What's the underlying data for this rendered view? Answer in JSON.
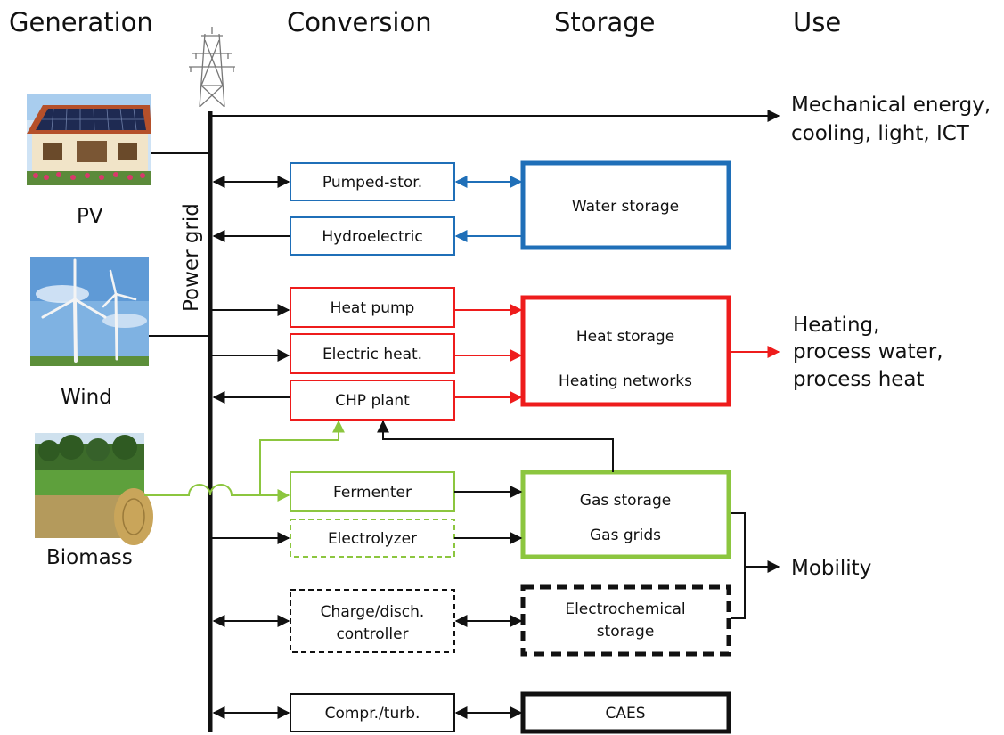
{
  "headers": {
    "generation": "Generation",
    "conversion": "Conversion",
    "storage": "Storage",
    "use": "Use"
  },
  "grid_label": "Power grid",
  "sources": {
    "pv": "PV",
    "wind": "Wind",
    "biomass": "Biomass"
  },
  "conversion": {
    "pumped": "Pumped-stor.",
    "hydro": "Hydroelectric",
    "heatpump": "Heat pump",
    "electricheat": "Electric heat.",
    "chp": "CHP plant",
    "fermenter": "Fermenter",
    "electrolyzer": "Electrolyzer",
    "charge_line1": "Charge/disch.",
    "charge_line2": "controller",
    "compr": "Compr./turb."
  },
  "storage": {
    "water": "Water storage",
    "heat_line1": "Heat storage",
    "heat_line2": "Heating networks",
    "gas_line1": "Gas storage",
    "gas_line2": "Gas grids",
    "electro_line1": "Electrochemical",
    "electro_line2": "storage",
    "caes": "CAES"
  },
  "uses": {
    "mech_line1": "Mechanical energy,",
    "mech_line2": "cooling,  light, ICT",
    "heat_line1": "Heating,",
    "heat_line2": "process water,",
    "heat_line3": "process heat",
    "mobility": "Mobility"
  },
  "colors": {
    "water": "#1f6fb8",
    "heat": "#ee1c1c",
    "gas": "#8cc63f",
    "black": "#111111"
  }
}
